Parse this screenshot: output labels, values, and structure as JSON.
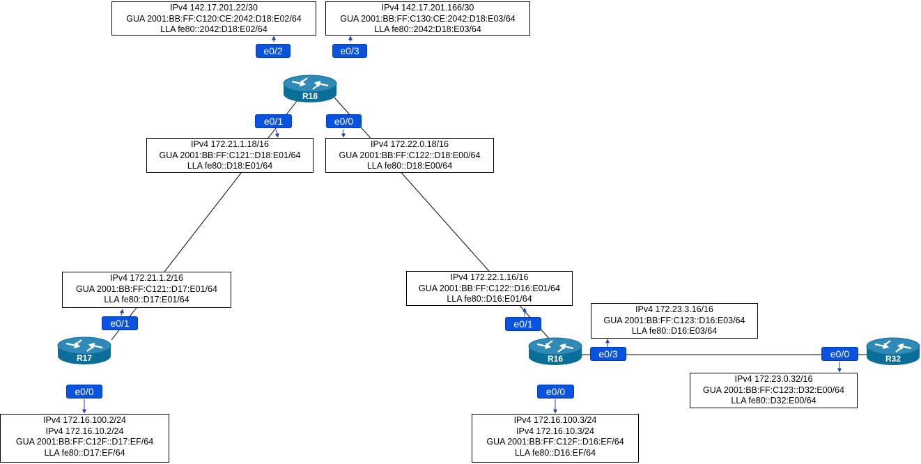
{
  "routers": {
    "r18": {
      "name": "R18"
    },
    "r17": {
      "name": "R17"
    },
    "r16": {
      "name": "R16"
    },
    "r32": {
      "name": "R32"
    }
  },
  "ports": {
    "r18_e0_2": "e0/2",
    "r18_e0_3": "e0/3",
    "r18_e0_1": "e0/1",
    "r18_e0_0": "e0/0",
    "r17_e0_1": "e0/1",
    "r17_e0_0": "e0/0",
    "r16_e0_1": "e0/1",
    "r16_e0_3": "e0/3",
    "r16_e0_0": "e0/0",
    "r32_e0_0": "e0/0"
  },
  "boxes": {
    "r18_e0_2": [
      "IPv4 142.17.201.22/30",
      "GUA 2001:BB:FF:C120:CE:2042:D18:E02/64",
      "LLA fe80::2042:D18:E02/64"
    ],
    "r18_e0_3": [
      "IPv4 142.17.201.166/30",
      "GUA 2001:BB:FF:C130:CE:2042:D18:E03/64",
      "LLA fe80::2042:D18:E03/64"
    ],
    "r18_e0_1": [
      "IPv4 172.21.1.18/16",
      "GUA 2001:BB:FF:C121::D18:E01/64",
      "LLA fe80::D18:E01/64"
    ],
    "r18_e0_0": [
      "IPv4 172.22.0.18/16",
      "GUA  2001:BB:FF:C122::D18:E00/64",
      "LLA fe80::D18:E00/64"
    ],
    "r17_e0_1": [
      "IPv4 172.21.1.2/16",
      "GUA 2001:BB:FF:C121::D17:E01/64",
      "LLA fe80::D17:E01/64"
    ],
    "r16_e0_1": [
      "IPv4 172.22.1.16/16",
      "GUA 2001:BB:FF:C122::D16:E01/64",
      "LLA fe80::D16:E01/64"
    ],
    "r16_e0_3": [
      "IPv4 172.23.3.16/16",
      "GUA 2001:BB:FF:C123::D16:E03/64",
      "LLA fe80::D16:E03/64"
    ],
    "r32_e0_0": [
      "IPv4 172.23.0.32/16",
      "GUA 2001:BB:FF:C123::D32:E00/64",
      "LLA fe80::D32:E00/64"
    ],
    "r17_e0_0": [
      "IPv4 172.16.100.2/24",
      "IPv4 172.16.10.2/24",
      "GUA 2001:BB:FF:C12F::D17:EF/64",
      "LLA fe80::D17:EF/64"
    ],
    "r16_e0_0": [
      "IPv4 172.16.100.3/24",
      "IPv4 172.16.10.3/24",
      "GUA 2001:BB:FF:C12F::D16:EF/64",
      "LLA fe80::D16:EF/64"
    ]
  },
  "colors": {
    "router_body": "#0b6e99",
    "router_top": "#2f8ab8",
    "port_fill": "#0a52e0",
    "arrow": "#1f3fa8",
    "line": "#000000"
  }
}
